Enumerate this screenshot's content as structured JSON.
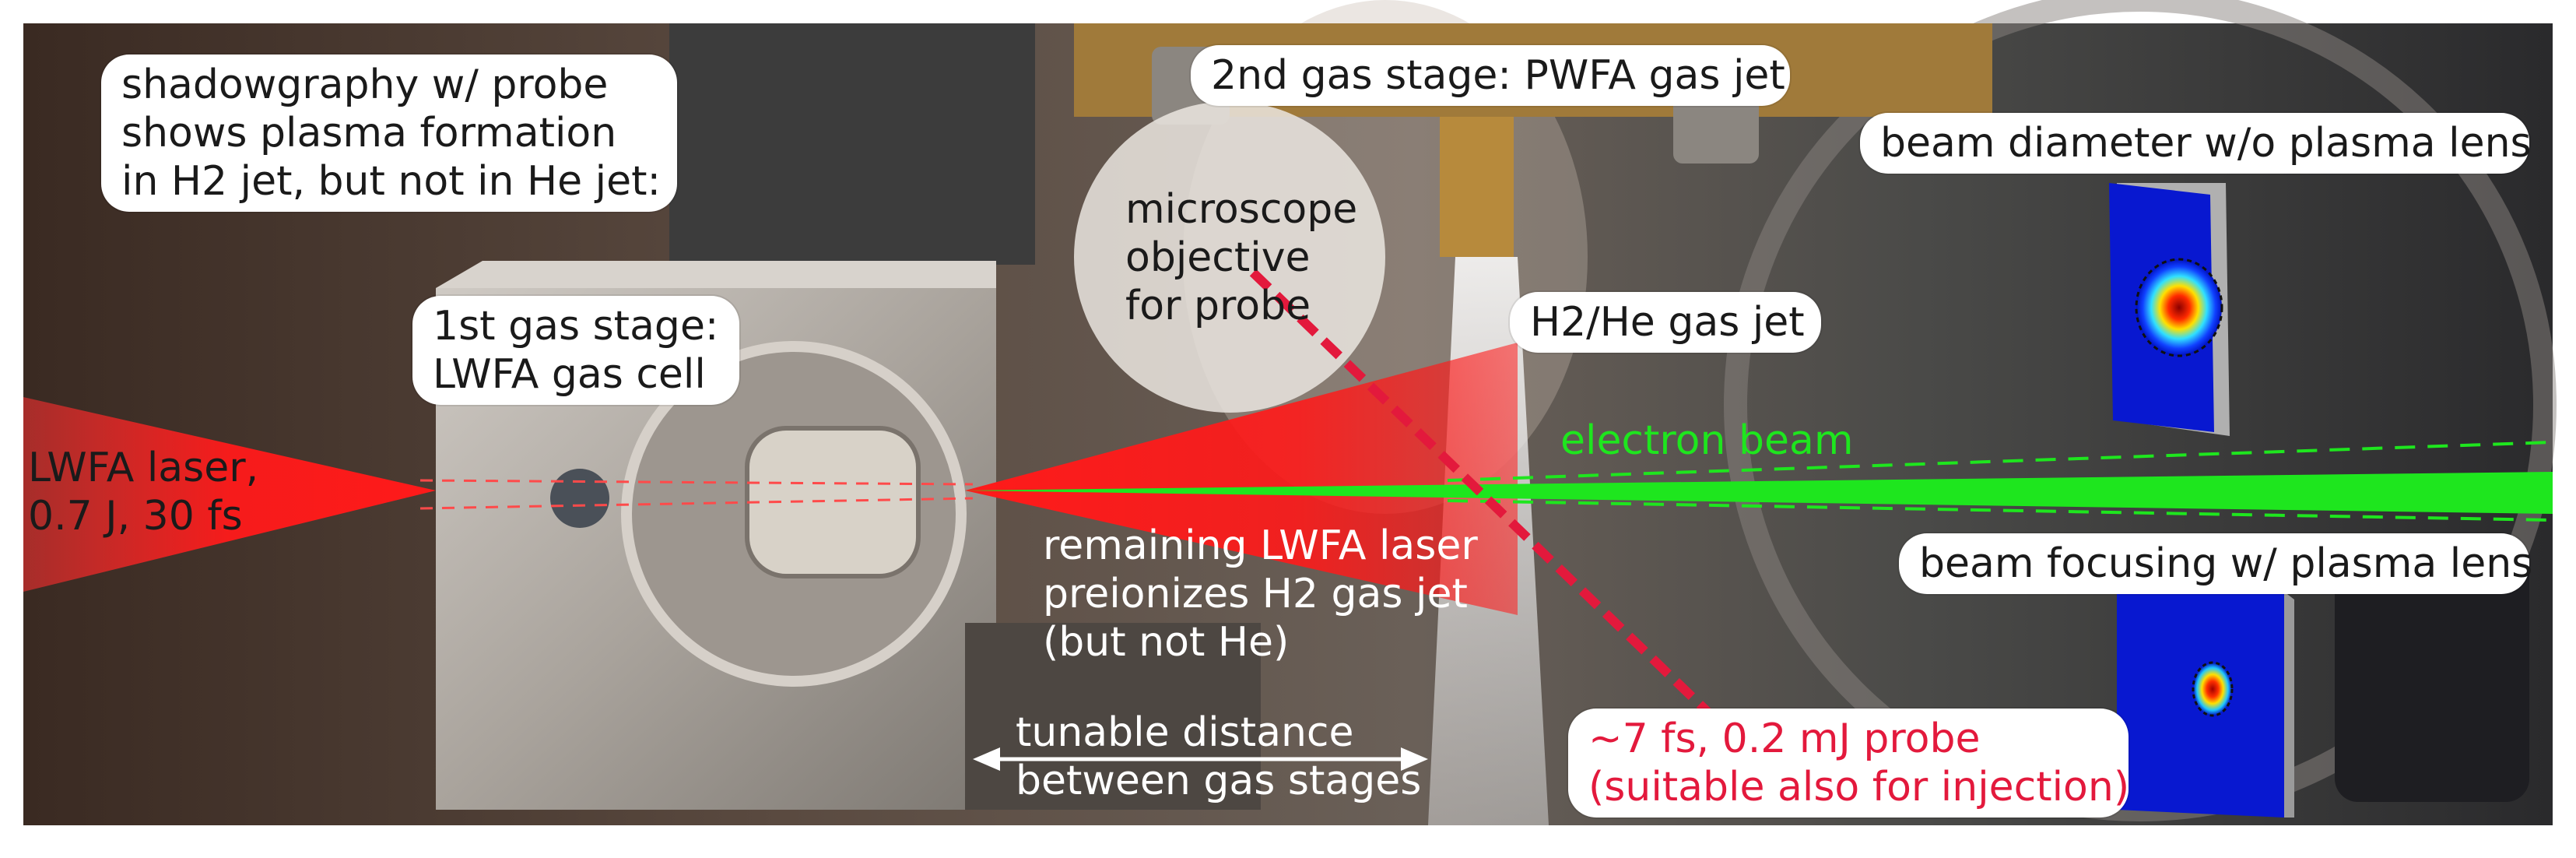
{
  "colors": {
    "laser_red": "#ff1a1a",
    "electron_green": "#1ee61e",
    "probe_red": "#e3193c",
    "label_text": "#1a1a1a"
  },
  "labels": {
    "shadowgraphy": "shadowgraphy w/ probe\nshows plasma formation\nin H2 jet, but not in He jet:",
    "second_stage": "2nd gas stage: PWFA gas jet",
    "microscope": "microscope\nobjective\nfor probe",
    "first_stage": "1st gas stage:\nLWFA gas cell",
    "gas_jet": "H2/He gas jet",
    "laser": "LWFA laser,\n0.7 J, 30 fs",
    "electron_beam": "electron beam",
    "remaining_laser": "remaining LWFA laser\npreionizes H2 gas jet\n(but not He)",
    "tunable": "tunable distance\nbetween gas stages",
    "probe": "~7 fs, 0.2 mJ probe\n(suitable also for injection)",
    "beam_no_lens": "beam diameter w/o plasma lens",
    "beam_lens": "beam focusing w/ plasma lens"
  },
  "icons": [
    "double-arrow-icon"
  ]
}
